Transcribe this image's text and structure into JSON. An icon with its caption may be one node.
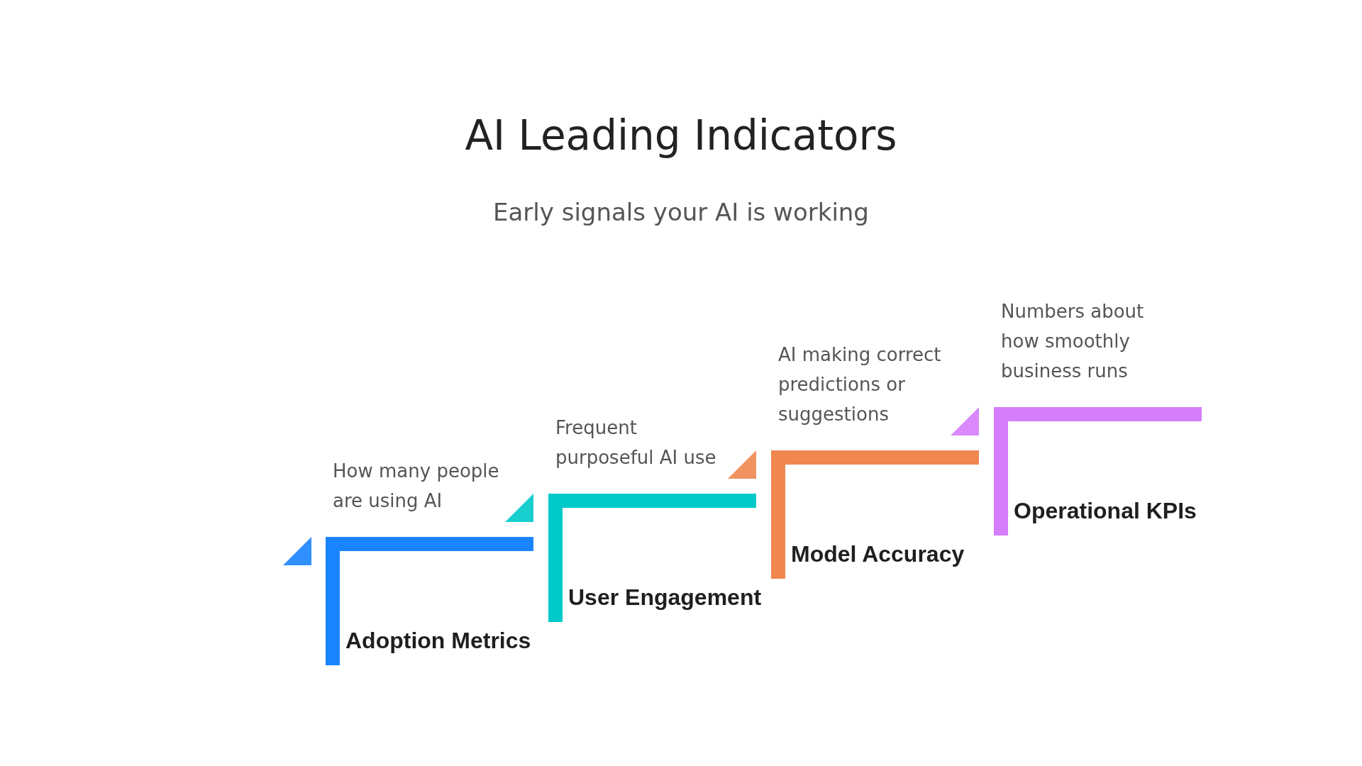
{
  "diagram": {
    "title": "AI Leading Indicators",
    "nodes": [
      {
        "text": [
          "Adoption Metrics"
        ],
        "beside": [
          "How many people are using AI"
        ]
      },
      {
        "text": [
          "User Engagement"
        ],
        "beside": [
          "Frequent purposeful AI use"
        ]
      },
      {
        "text": [
          "Model Accuracy"
        ],
        "beside": [
          "AI making correct predictions or suggestions"
        ]
      },
      {
        "text": [
          "Operational KPIs"
        ],
        "beside": [
          "Numbers about how smoothly business runs"
        ]
      }
    ],
    "labels": [
      "Early signals your AI is working"
    ]
  }
}
